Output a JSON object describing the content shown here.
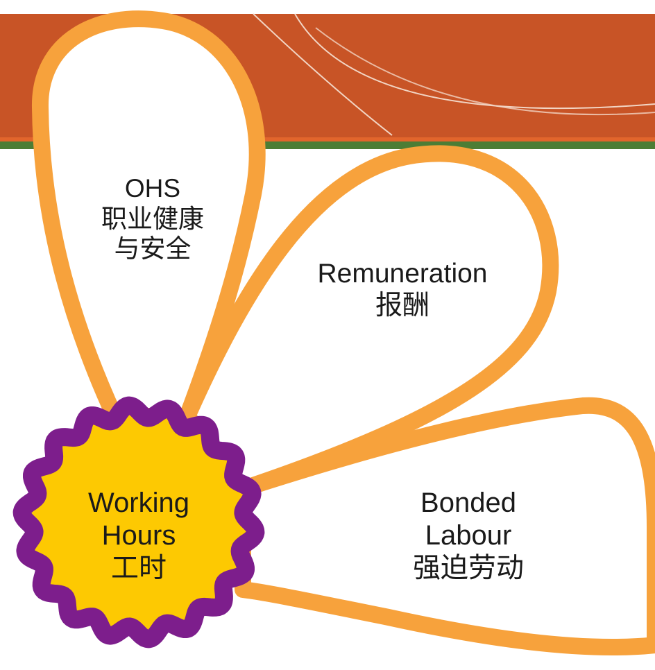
{
  "diagram": {
    "center": {
      "lines": [
        "Working",
        "Hours",
        "工时"
      ],
      "fill": "#FDC902",
      "border": "#7D1E8C"
    },
    "petals": [
      {
        "id": "ohs",
        "lines": [
          "OHS",
          "职业健康",
          "与安全"
        ]
      },
      {
        "id": "remuneration",
        "lines": [
          "Remuneration",
          "报酬"
        ]
      },
      {
        "id": "bonded-labour",
        "lines": [
          "Bonded",
          "Labour",
          "强迫劳动"
        ]
      }
    ],
    "petal_stroke": "#F7A23C",
    "banner_color": "#C85426",
    "banner_stripe": "#4C7D35"
  }
}
